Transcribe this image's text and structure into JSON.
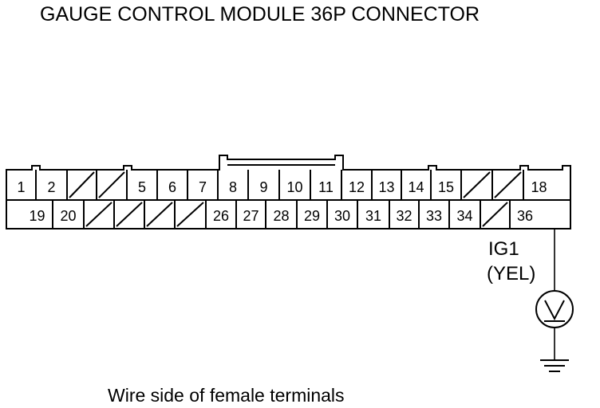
{
  "title": "GAUGE CONTROL MODULE 36P CONNECTOR",
  "caption": "Wire side of female terminals",
  "probe": {
    "terminal": "36",
    "signal": "IG1",
    "wire_color": "(YEL)",
    "meter": "voltmeter-icon",
    "ground": "ground-icon"
  },
  "connector": {
    "row1": [
      "1",
      "2",
      "",
      "",
      "5",
      "6",
      "7",
      "8",
      "9",
      "10",
      "11",
      "12",
      "13",
      "14",
      "15",
      "",
      "",
      "18"
    ],
    "row2": [
      "19",
      "20",
      "",
      "",
      "",
      "",
      "26",
      "27",
      "28",
      "29",
      "30",
      "31",
      "32",
      "33",
      "34",
      "",
      "36"
    ]
  }
}
